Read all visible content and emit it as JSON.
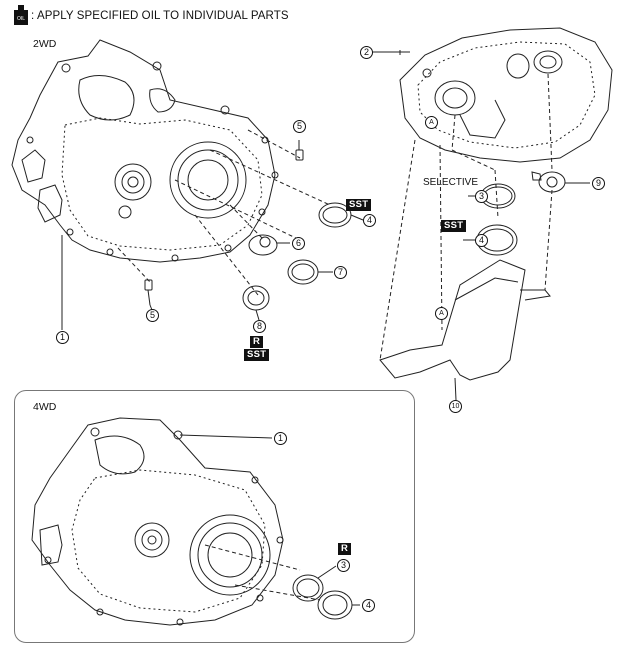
{
  "legend": {
    "icon_label": "OIL",
    "text": ": APPLY SPECIFIED OIL TO INDIVIDUAL PARTS"
  },
  "sections": {
    "top_left": "2WD",
    "bottom_left": "4WD"
  },
  "annotations": {
    "selective": "SELECTIVE",
    "sst": "SST",
    "replace": "R",
    "detail_ref": "A"
  },
  "callouts": {
    "c1": "1",
    "c2": "2",
    "c3": "3",
    "c4": "4",
    "c5": "5",
    "c6": "6",
    "c7": "7",
    "c8": "8",
    "c9": "9",
    "c10": "10"
  }
}
